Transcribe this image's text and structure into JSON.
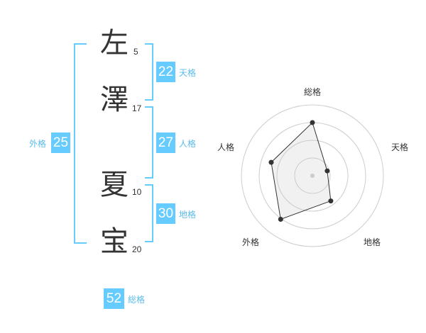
{
  "characters": [
    {
      "char": "左",
      "strokes": "5"
    },
    {
      "char": "澤",
      "strokes": "17"
    },
    {
      "char": "夏",
      "strokes": "10"
    },
    {
      "char": "宝",
      "strokes": "20"
    }
  ],
  "kaku": {
    "tenkaku": {
      "value": "22",
      "label": "天格"
    },
    "jinkaku": {
      "value": "27",
      "label": "人格"
    },
    "chikaku": {
      "value": "30",
      "label": "地格"
    },
    "gaikaku": {
      "value": "25",
      "label": "外格"
    },
    "soukaku": {
      "value": "52",
      "label": "総格"
    }
  },
  "colors": {
    "accent": "#66ccff",
    "accent_text": "#5bbbe8",
    "text": "#333333"
  },
  "chart_data": {
    "type": "radar",
    "axes": [
      "総格",
      "天格",
      "地格",
      "外格",
      "人格"
    ],
    "values": [
      0.75,
      0.22,
      0.44,
      0.76,
      0.61
    ],
    "range": [
      0,
      1
    ],
    "rings": 4
  }
}
